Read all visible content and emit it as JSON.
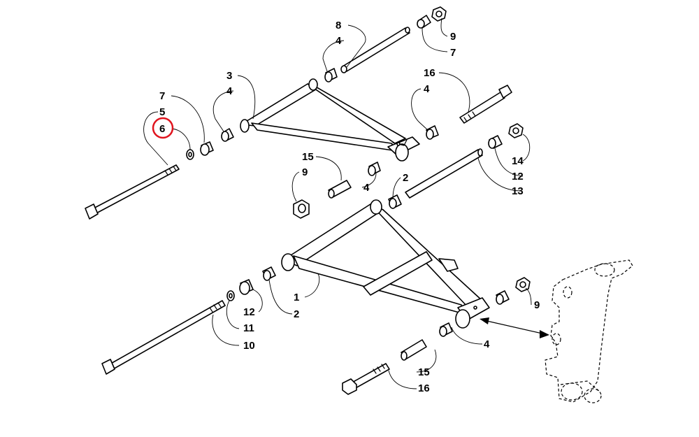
{
  "highlight": {
    "part_number": "6",
    "color": "#e0141e"
  },
  "callouts": [
    {
      "id": "c8",
      "text": "8"
    },
    {
      "id": "c4a",
      "text": "4"
    },
    {
      "id": "c9a",
      "text": "9"
    },
    {
      "id": "c7a",
      "text": "7"
    },
    {
      "id": "c3",
      "text": "3"
    },
    {
      "id": "c4b",
      "text": "4"
    },
    {
      "id": "c16a",
      "text": "16"
    },
    {
      "id": "c4c",
      "text": "4"
    },
    {
      "id": "c7b",
      "text": "7"
    },
    {
      "id": "c5",
      "text": "5"
    },
    {
      "id": "c6",
      "text": "6"
    },
    {
      "id": "c15a",
      "text": "15"
    },
    {
      "id": "c9b",
      "text": "9"
    },
    {
      "id": "c4d",
      "text": "4"
    },
    {
      "id": "c2a",
      "text": "2"
    },
    {
      "id": "c14",
      "text": "14"
    },
    {
      "id": "c12a",
      "text": "12"
    },
    {
      "id": "c13",
      "text": "13"
    },
    {
      "id": "c1",
      "text": "1"
    },
    {
      "id": "c2b",
      "text": "2"
    },
    {
      "id": "c12b",
      "text": "12"
    },
    {
      "id": "c11",
      "text": "11"
    },
    {
      "id": "c10",
      "text": "10"
    },
    {
      "id": "c9c",
      "text": "9"
    },
    {
      "id": "c4e",
      "text": "4"
    },
    {
      "id": "c15b",
      "text": "15"
    },
    {
      "id": "c16b",
      "text": "16"
    }
  ]
}
